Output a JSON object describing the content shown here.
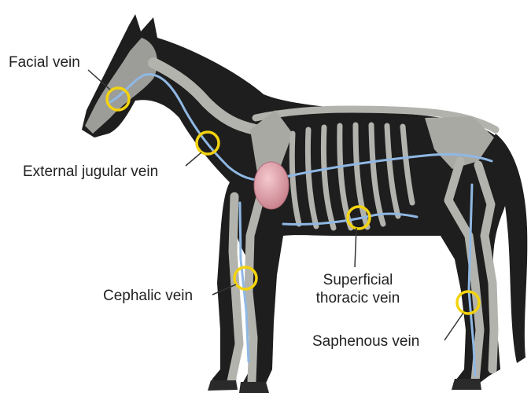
{
  "labels": {
    "facial": "Facial vein",
    "jugular": "External jugular vein",
    "cephalic": "Cephalic vein",
    "thoracic_line1": "Superficial",
    "thoracic_line2": "thoracic vein",
    "saphenous": "Saphenous vein"
  },
  "colors": {
    "body": "#1e1e1e",
    "bone": "#b3b3ae",
    "vein": "#8fb8e4",
    "marker": "#f3d30d",
    "heart": "#e2a2ab",
    "leader": "#333333"
  }
}
